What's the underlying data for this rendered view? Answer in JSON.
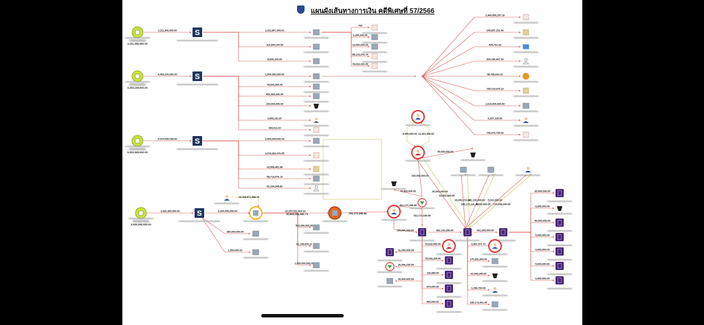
{
  "title": "แผนผังเส้นทางการเงิน คดีพิเศษที่ 57/2566",
  "colors": {
    "edge": "#d9534f",
    "edge_alt": "#c8c85a",
    "company": "#1f3660",
    "source": "#c9e23c",
    "bank": "#9aa7b4",
    "purple": "#4b2a7a",
    "ring_red": "#e03b3b",
    "ring_yellow": "#f2b33d",
    "ring_orange": "#e0652b"
  },
  "sources": [
    {
      "id": "src1",
      "sum": "2,211,300,000.00"
    },
    {
      "id": "src2",
      "sum": "4,453,100,000.00"
    },
    {
      "id": "src3",
      "sum": "5,500,000,000.00"
    },
    {
      "id": "src4",
      "sum": "3,936,300,000.00"
    }
  ],
  "notes": [
    {
      "id": "ob_note",
      "text": "10,835,333,480.73"
    },
    {
      "id": "pp_note",
      "text": "793,172,338.98"
    }
  ],
  "edges": [
    {
      "from": "src1",
      "to": "c1",
      "amount": "2,211,300,000.00"
    },
    {
      "from": "c1",
      "to": "b1",
      "amount": "2,211,807,343.61",
      "via": "bus"
    },
    {
      "from": "c1",
      "to": "b2",
      "amount": "110,000,100.00",
      "via": "bus"
    },
    {
      "from": "c1",
      "to": "b3",
      "amount": "8,000,100.00",
      "via": "bus"
    },
    {
      "from": "b1",
      "to": "t1",
      "amount": "700",
      "via": "bus"
    },
    {
      "from": "b1",
      "to": "t2",
      "amount": "6,200,000.00",
      "via": "bus"
    },
    {
      "from": "b1",
      "to": "t3",
      "amount": "13,000,000.00",
      "via": "bus"
    },
    {
      "from": "b1",
      "to": "t4",
      "amount": "88,123,242.74",
      "via": "bus"
    },
    {
      "from": "b1",
      "to": "t5",
      "amount": "78,013,191.40",
      "via": "bus"
    },
    {
      "from": "src2",
      "to": "c2",
      "amount": "4,453,100,000.00"
    },
    {
      "from": "c2",
      "to": "b4",
      "amount": "2,500,000,000.00",
      "via": "bus"
    },
    {
      "from": "c2",
      "to": "b5",
      "amount": "78,000,000.00",
      "via": "bus"
    },
    {
      "from": "c2",
      "to": "b6",
      "amount": "600,000,000.00",
      "via": "bus"
    },
    {
      "from": "c2",
      "to": "b7",
      "amount": "100,000,000.00",
      "via": "bus"
    },
    {
      "from": "c2",
      "to": "b8",
      "amount": "3,653,131.87",
      "via": "bus"
    },
    {
      "from": "c2",
      "to": "b9",
      "amount": "909,011.04",
      "via": "bus"
    },
    {
      "from": "b4",
      "to": "hub",
      "amount": ""
    },
    {
      "from": "hub",
      "to": "r1",
      "amount": "2,464,950,257.16",
      "via": "fan"
    },
    {
      "from": "hub",
      "to": "r2",
      "amount": "145,657,151.46",
      "via": "fan"
    },
    {
      "from": "hub",
      "to": "r3",
      "amount": "990,761.33",
      "via": "fan"
    },
    {
      "from": "hub",
      "to": "r4",
      "amount": "204,780,467.90",
      "via": "fan"
    },
    {
      "from": "hub",
      "to": "r5",
      "amount": "58,789,616.31",
      "via": "fan"
    },
    {
      "from": "hub",
      "to": "r6",
      "amount": "735,719,675.19",
      "via": "fan"
    },
    {
      "from": "hub",
      "to": "r7",
      "amount": "1,610,000,000.00",
      "via": "fan"
    },
    {
      "from": "hub",
      "to": "r8",
      "amount": "6,257,135.53",
      "via": "fan"
    },
    {
      "from": "hub",
      "to": "r9",
      "amount": "736,673,793.63",
      "via": "fan"
    },
    {
      "from": "src3",
      "to": "c3",
      "amount": "5,574,059,785.00"
    },
    {
      "from": "c3",
      "to": "b10",
      "amount": "2,500,000,000.00",
      "via": "bus"
    },
    {
      "from": "c3",
      "to": "b11",
      "amount": "3,078,382,476.55",
      "via": "bus"
    },
    {
      "from": "c3",
      "to": "b12",
      "amount": "33,508,452.98",
      "via": "bus"
    },
    {
      "from": "c3",
      "to": "b13",
      "amount": "58,713,076.13",
      "via": "bus"
    },
    {
      "from": "c3",
      "to": "b14",
      "amount": "82,234,345.82",
      "via": "bus"
    },
    {
      "from": "src4",
      "to": "c4",
      "amount": "3,931,300,000.00"
    },
    {
      "from": "c4",
      "to": "yb",
      "amount": "3,300,000,000.00"
    },
    {
      "from": "c4",
      "to": "b15",
      "amount": "380,000,000.00",
      "via": "diag"
    },
    {
      "from": "c4",
      "to": "b16",
      "amount": "1,500,000.00",
      "via": "diag"
    },
    {
      "from": "p1",
      "to": "yb",
      "amount": "13,108,871,388.16",
      "via": "yel"
    },
    {
      "from": "yb",
      "to": "ob",
      "amount": "16,297,031,902.22"
    },
    {
      "from": "yb",
      "to": "b17",
      "amount": "523,350,000.00",
      "via": "bus"
    },
    {
      "from": "yb",
      "to": "b18",
      "amount": "91,135,878.11",
      "via": "bus"
    },
    {
      "from": "yb",
      "to": "b19",
      "amount": "1,000,000,000.00",
      "via": "bus"
    },
    {
      "from": "ob",
      "to": "m2",
      "amount": ""
    },
    {
      "from": "m1",
      "to": "w1",
      "amount": "8,900,000.00",
      "via": "hexl"
    },
    {
      "from": "w1",
      "to": "m1",
      "amount": "11,391,354.00",
      "via": "hexr"
    },
    {
      "from": "w1",
      "to": "x1",
      "amount": "90,000,000.00"
    },
    {
      "from": "g1",
      "to": "w1",
      "amount": "100,000,000.00"
    },
    {
      "from": "g1",
      "to": "hat",
      "amount": "70,000,000.00"
    },
    {
      "from": "m2",
      "to": "g1",
      "amount": "461,172,338.98"
    },
    {
      "from": "g1",
      "to": "pA",
      "amount": "311,172,338.98"
    },
    {
      "from": "m2",
      "to": "pA",
      "amount": "153,000,000.00",
      "via": "bus"
    },
    {
      "from": "pA",
      "to": "pB",
      "amount": "362,142,356.00"
    },
    {
      "from": "pB",
      "to": "pC",
      "amount": "361,000,000.00"
    },
    {
      "from": "pB",
      "to": "w1",
      "amount": "30,000,000.00",
      "via": "line"
    },
    {
      "from": "pB",
      "to": "w1",
      "amount": "23,000,000.00",
      "via": "line2"
    },
    {
      "from": "pB",
      "to": "bk1",
      "amount": "36,000,720.00",
      "via": "line"
    },
    {
      "from": "pB",
      "to": "bk1",
      "amount": "395,172,131.40",
      "via": "line2"
    },
    {
      "from": "pB",
      "to": "bk2",
      "amount": "241,130,000.00",
      "via": "line"
    },
    {
      "from": "pB",
      "to": "bk2",
      "amount": "5,000,000.00",
      "via": "line2"
    },
    {
      "from": "pB",
      "to": "m3",
      "amount": "5,010,000.00",
      "via": "line"
    },
    {
      "from": "pB",
      "to": "m3",
      "amount": "170,456,000.00",
      "via": "line2"
    },
    {
      "from": "pC",
      "to": "q1",
      "amount": "30,000,000.00",
      "via": "bus"
    },
    {
      "from": "pC",
      "to": "q2",
      "amount": "3,000,000.00",
      "via": "bus"
    },
    {
      "from": "pC",
      "to": "q3",
      "amount": "50,000,000.00",
      "via": "bus"
    },
    {
      "from": "pC",
      "to": "q4",
      "amount": "5,000,000.00",
      "via": "bus"
    },
    {
      "from": "pC",
      "to": "q5",
      "amount": "3,000,000.00",
      "via": "bus"
    },
    {
      "from": "pC",
      "to": "q6",
      "amount": "5,000,000.00",
      "via": "bus"
    },
    {
      "from": "pC",
      "to": "q7",
      "amount": "3,000,000.00",
      "via": "bus"
    },
    {
      "from": "pA",
      "to": "a1",
      "amount": "76,033,080.00",
      "via": "bus"
    },
    {
      "from": "pA",
      "to": "a2",
      "amount": "79,033,200.00",
      "via": "bus"
    },
    {
      "from": "pA",
      "to": "a3",
      "amount": "130,980.00",
      "via": "bus"
    },
    {
      "from": "pA",
      "to": "a4",
      "amount": "870,000.00",
      "via": "bus"
    },
    {
      "from": "pA",
      "to": "a5",
      "amount": "500,000.00",
      "via": "bus"
    },
    {
      "from": "pA",
      "to": "l1",
      "amount": "31,000,000.00",
      "via": "busl"
    },
    {
      "from": "pA",
      "to": "l2",
      "amount": "36,006,230.00",
      "via": "busl"
    },
    {
      "from": "pA",
      "to": "l3",
      "amount": "30,000,000.00",
      "via": "busl"
    },
    {
      "from": "pB",
      "to": "d1",
      "amount": "6,897,571.71",
      "via": "bus"
    },
    {
      "from": "pB",
      "to": "d2",
      "amount": "175,391,000.00",
      "via": "bus"
    },
    {
      "from": "pB",
      "to": "d3",
      "amount": "62,093,245.00",
      "via": "bus"
    },
    {
      "from": "pB",
      "to": "d4",
      "amount": "1,296,700.00",
      "via": "bus"
    },
    {
      "from": "pB",
      "to": "d5",
      "amount": "180,173,401.40",
      "via": "bus"
    }
  ]
}
